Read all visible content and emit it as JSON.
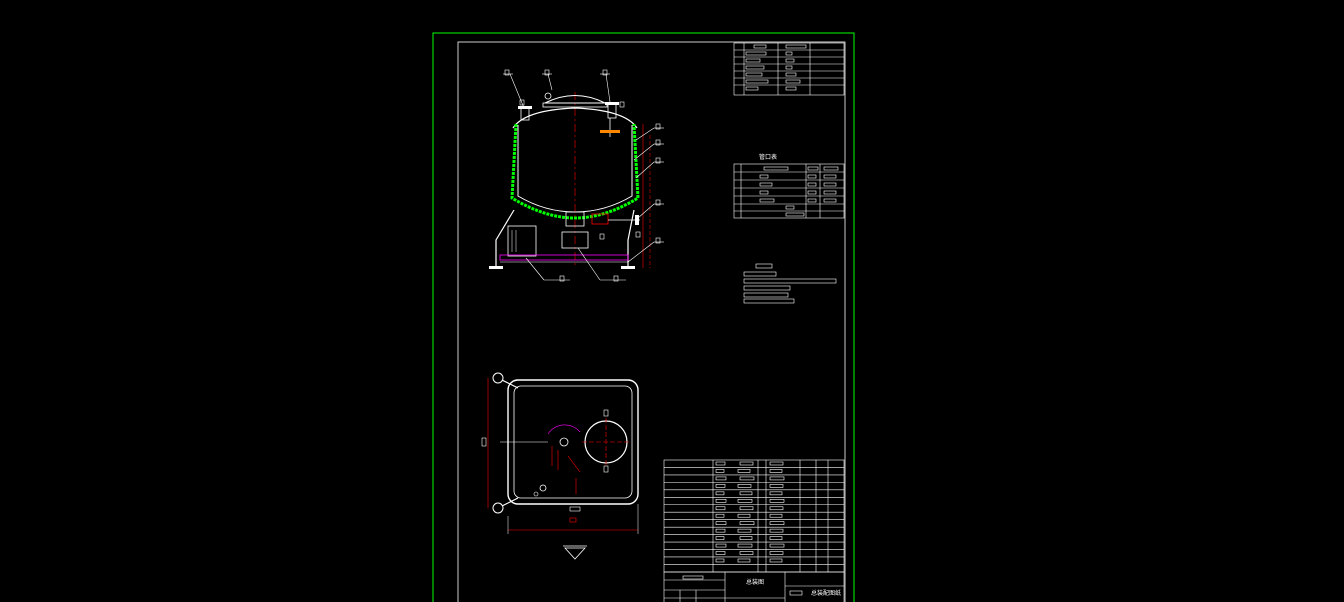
{
  "drawing": {
    "nozzle_table_title": "管口表",
    "title_block": {
      "drawing_name": "总装图",
      "company": "总装配图纸"
    }
  },
  "colors": {
    "background": "#000000",
    "sheet_border": "#00ff00",
    "lines": "#ffffff",
    "centerline": "#ff0000",
    "insulation": "#00ff00",
    "accent": "#ff00ff"
  }
}
